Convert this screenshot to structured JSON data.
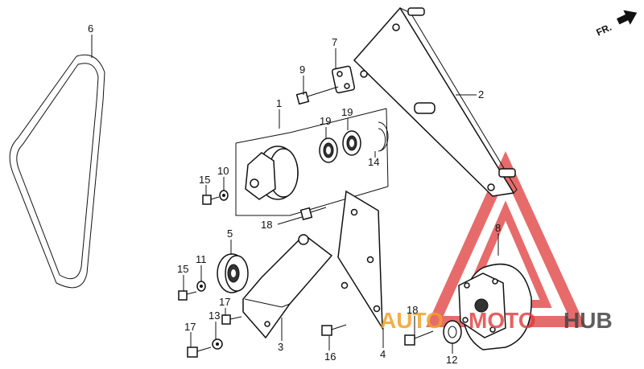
{
  "direction_label": "FR.",
  "watermark": {
    "auto": "AUTO",
    "moto": "MOTO",
    "hub": "HUB",
    "colors": {
      "triangle": "#e03a3a",
      "auto": "#f2a12a",
      "moto": "#e03a3a",
      "hub": "#444444"
    }
  },
  "callouts": {
    "c1": "1",
    "c2": "2",
    "c3": "3",
    "c4": "4",
    "c5": "5",
    "c6": "6",
    "c7": "7",
    "c8": "8",
    "c9": "9",
    "c10": "10",
    "c11": "11",
    "c12": "12",
    "c13": "13",
    "c14": "14",
    "c15a": "15",
    "c15b": "15",
    "c16": "16",
    "c17a": "17",
    "c17b": "17",
    "c18a": "18",
    "c18b": "18",
    "c19a": "19",
    "c19b": "19"
  }
}
